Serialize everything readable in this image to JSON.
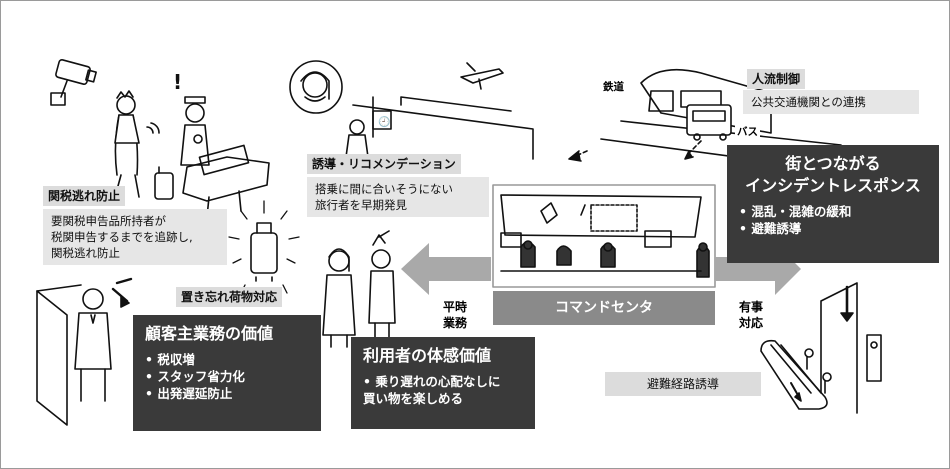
{
  "customs": {
    "title": "関税逃れ防止",
    "desc": "要関税申告品所持者が\n税関申告するまでを追跡し,\n関税逃れ防止"
  },
  "lost_items": {
    "title": "置き忘れ荷物対応"
  },
  "guidance": {
    "title": "誘導・リコメンデーション",
    "desc": "搭乗に間に合いそうにない\n旅行者を早期発見"
  },
  "crowd": {
    "title": "人流制御",
    "desc": "公共交通機関との連携"
  },
  "transport": {
    "rail": "鉄道",
    "bus": "バス"
  },
  "city_response": {
    "title": "街とつながる\nインシデントレスポンス",
    "items": [
      "混乱・混雑の緩和",
      "避難誘導"
    ]
  },
  "command_center": {
    "label": "コマンドセンタ"
  },
  "normal_ops": {
    "label": "平時\n業務"
  },
  "emergency": {
    "label": "有事\n対応"
  },
  "client_value": {
    "title": "顧客主業務の価値",
    "items": [
      "税収増",
      "スタッフ省力化",
      "出発遅延防止"
    ]
  },
  "user_value": {
    "title": "利用者の体感価値",
    "items": [
      "乗り遅れの心配なしに\n買い物を楽しめる"
    ]
  },
  "evacuation": {
    "title": "避難経路誘導"
  },
  "colors": {
    "dark_box": "#3a3a3a",
    "label_bg": "#dcdcdc",
    "arrow": "#a9a9a9",
    "line": "#111111"
  }
}
